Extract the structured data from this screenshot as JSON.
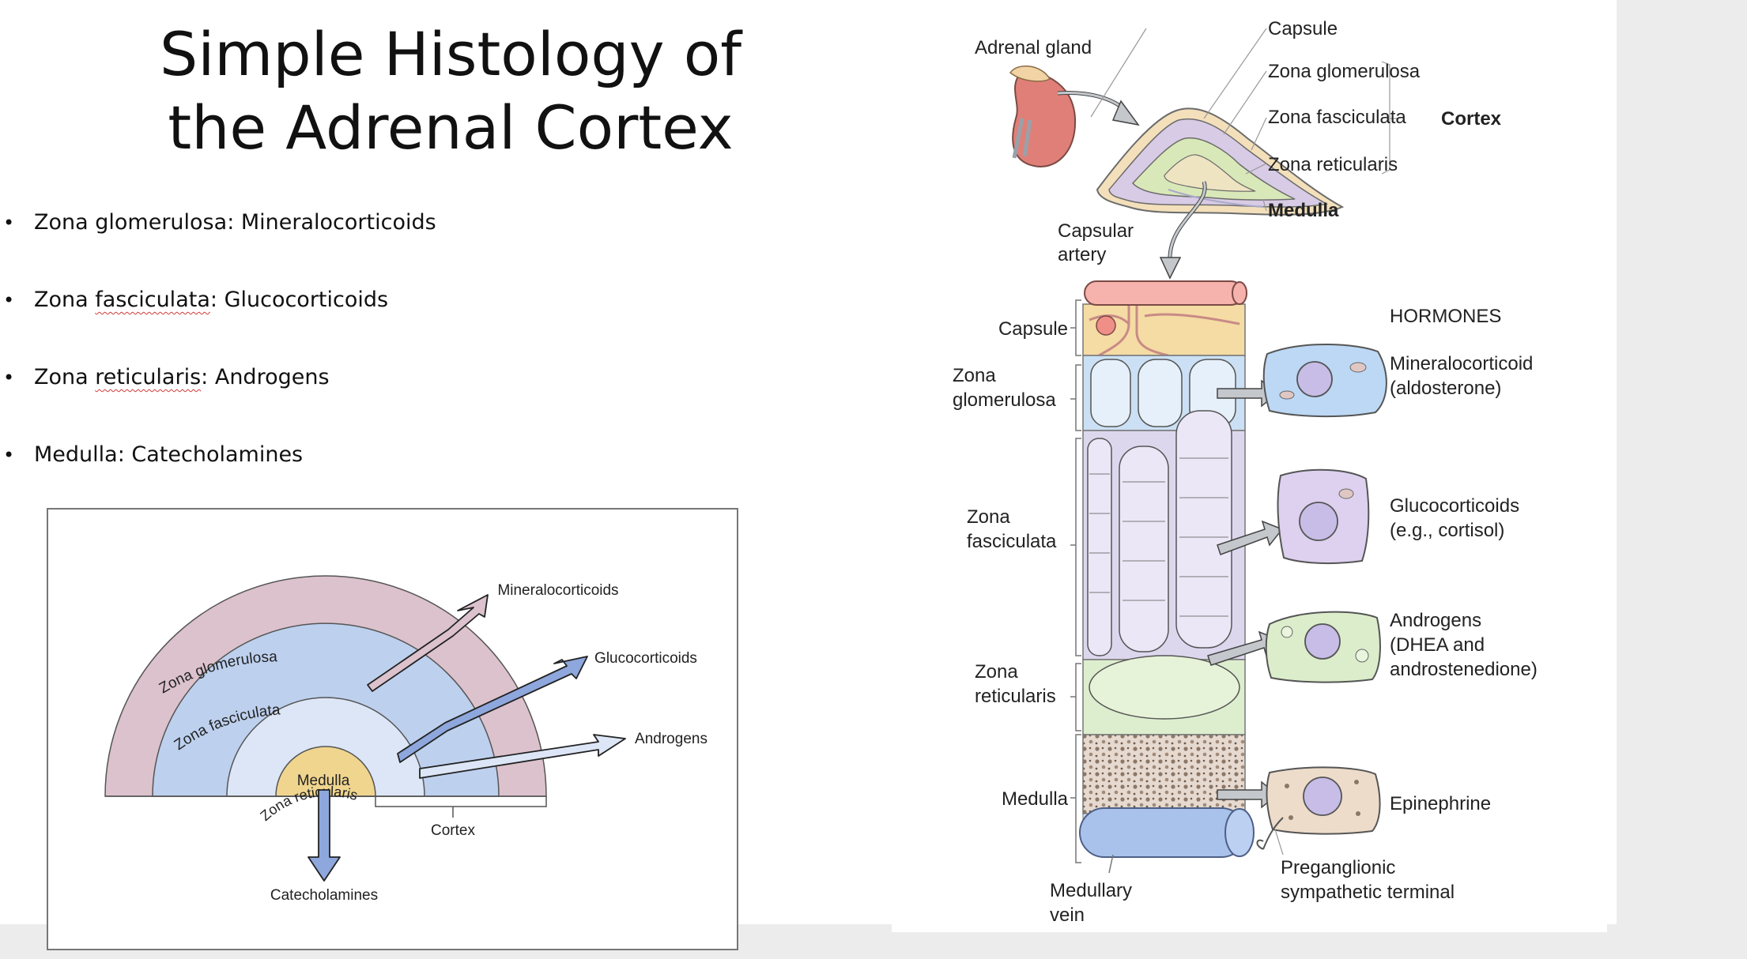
{
  "slide": {
    "title_line1": "Simple Histology of",
    "title_line2": "the Adrenal Cortex",
    "bullets": [
      {
        "zone": "Zona glomerulosa",
        "hormone": "Mineralocorticoids"
      },
      {
        "zone": "Zona fasciculata",
        "hormone": "Glucocorticoids"
      },
      {
        "zone": "Zona reticularis",
        "hormone": "Androgens"
      },
      {
        "zone": "Medulla",
        "hormone": "Catecholamines"
      }
    ],
    "bullet_separator": ": "
  },
  "schematic": {
    "zone_glomerulosa": "Zona glomerulosa",
    "zone_fasciculata": "Zona fasciculata",
    "zone_reticularis": "Zona reticularis",
    "medulla": "Medulla",
    "cortex": "Cortex",
    "out_mineralocorticoids": "Mineralocorticoids",
    "out_glucocorticoids": "Glucocorticoids",
    "out_androgens": "Androgens",
    "out_catecholamines": "Catecholamines",
    "colors": {
      "glomerulosa": "#dcc2cd",
      "fasciculata": "#bdd0ee",
      "reticularis": "#dce6f6",
      "medulla": "#f0d58f"
    }
  },
  "histology": {
    "adrenal_gland": "Adrenal gland",
    "capsule_top": "Capsule",
    "zona_glomerulosa_top": "Zona glomerulosa",
    "zona_fasciculata_top": "Zona fasciculata",
    "zona_reticularis_top": "Zona reticularis",
    "cortex": "Cortex",
    "medulla_top": "Medulla",
    "capsular_artery_1": "Capsular",
    "capsular_artery_2": "artery",
    "capsule_left": "Capsule",
    "zona_glomerulosa_left_1": "Zona",
    "zona_glomerulosa_left_2": "glomerulosa",
    "zona_fasciculata_left_1": "Zona",
    "zona_fasciculata_left_2": "fasciculata",
    "zona_reticularis_left_1": "Zona",
    "zona_reticularis_left_2": "reticularis",
    "medulla_left": "Medulla",
    "medullary_vein_1": "Medullary",
    "medullary_vein_2": "vein",
    "hormones_header": "HORMONES",
    "mineralocorticoid_1": "Mineralocorticoid",
    "mineralocorticoid_2": "(aldosterone)",
    "glucocorticoids_1": "Glucocorticoids",
    "glucocorticoids_2": "(e.g., cortisol)",
    "androgens_1": "Androgens",
    "androgens_2": "(DHEA and",
    "androgens_3": "androstenedione)",
    "epinephrine": "Epinephrine",
    "preganglionic_1": "Preganglionic",
    "preganglionic_2": "sympathetic terminal"
  }
}
